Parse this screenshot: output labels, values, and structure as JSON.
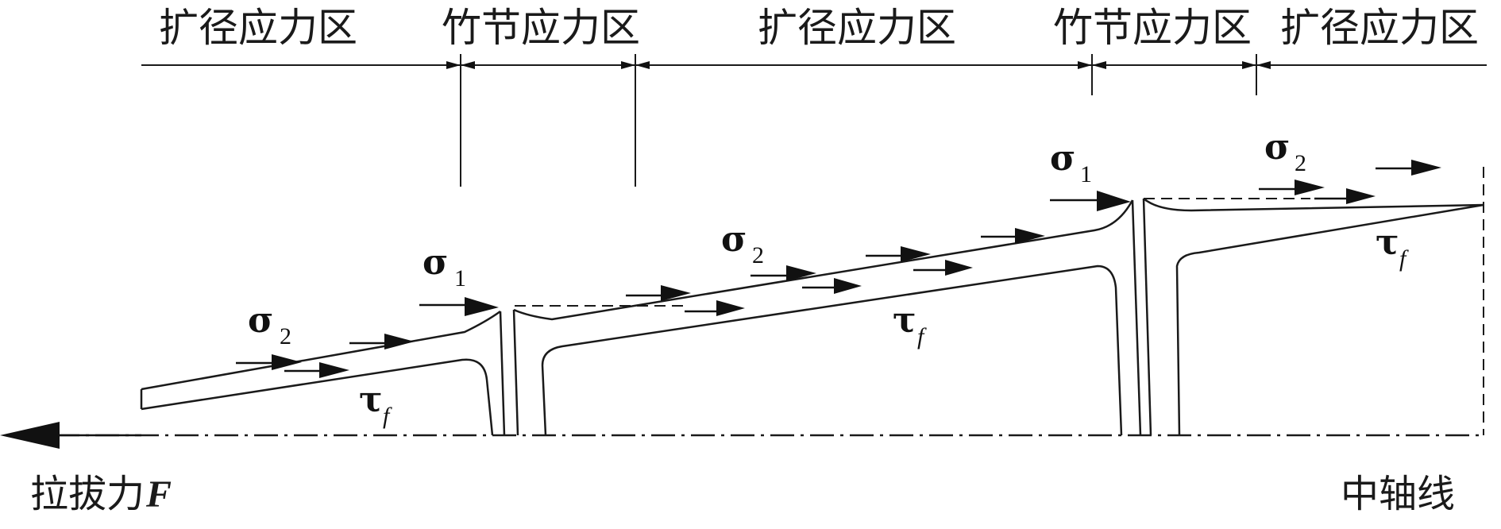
{
  "zones": {
    "z1": "扩径应力区",
    "z2": "竹节应力区",
    "z3": "扩径应力区",
    "z4": "竹节应力区",
    "z5": "扩径应力区"
  },
  "labels": {
    "pull": "拉拔力",
    "pull_var": "F",
    "axis": "中轴线"
  },
  "symbols": {
    "sigma": "σ",
    "tau": "τ",
    "sub1": "1",
    "sub2": "2",
    "subf": "f"
  }
}
